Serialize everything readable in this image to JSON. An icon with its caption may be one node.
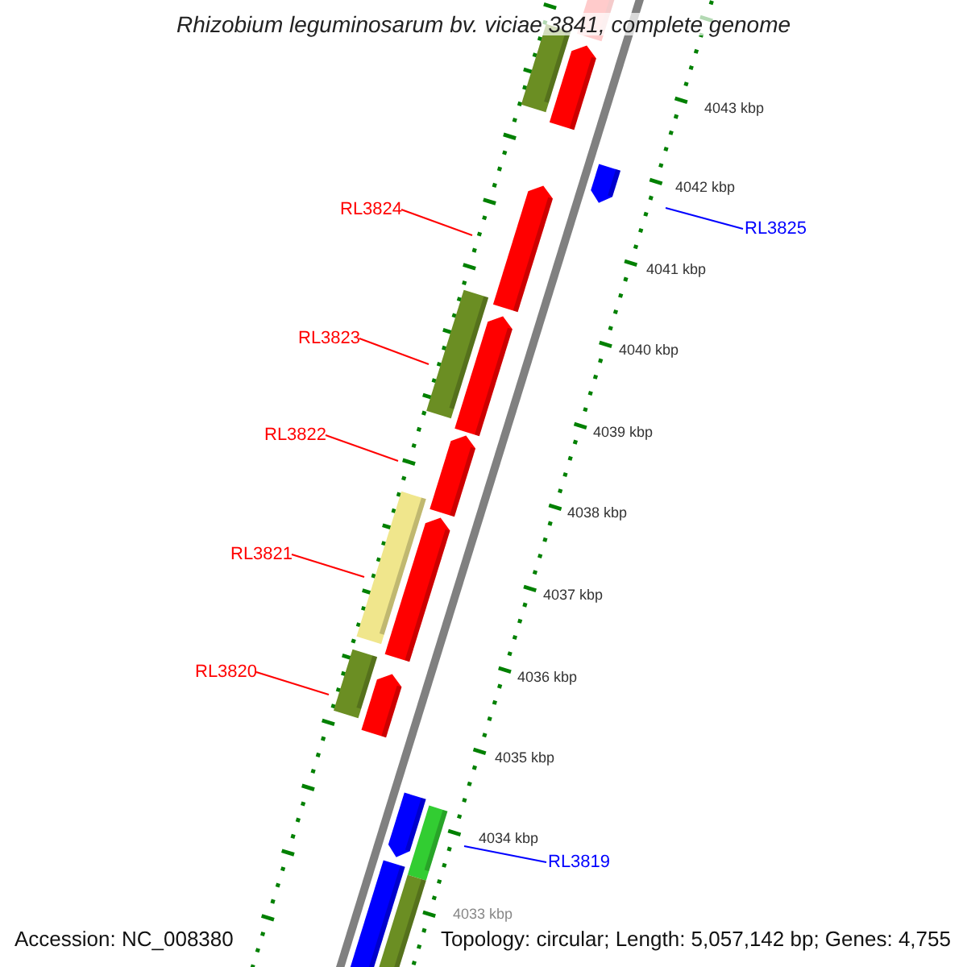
{
  "diagram": {
    "title": "Rhizobium leguminosarum bv. viciae 3841, complete genome",
    "nodes": [
      {
        "text": [
          "RL3824"
        ]
      },
      {
        "text": [
          "RL3823"
        ]
      },
      {
        "text": [
          "RL3822"
        ]
      },
      {
        "text": [
          "RL3821"
        ]
      },
      {
        "text": [
          "RL3820"
        ]
      },
      {
        "text": [
          "RL3825"
        ]
      },
      {
        "text": [
          "RL3819"
        ]
      }
    ],
    "edges": [
      {
        "from": 0,
        "to": null,
        "arrow": "none",
        "color": "#ff0000"
      },
      {
        "from": 1,
        "to": null,
        "arrow": "none",
        "color": "#ff0000"
      },
      {
        "from": 2,
        "to": null,
        "arrow": "none",
        "color": "#ff0000"
      },
      {
        "from": 3,
        "to": null,
        "arrow": "none",
        "color": "#ff0000"
      },
      {
        "from": 4,
        "to": null,
        "arrow": "none",
        "color": "#ff0000"
      },
      {
        "from": 5,
        "to": null,
        "arrow": "none",
        "color": "#0000ff"
      },
      {
        "from": 6,
        "to": null,
        "arrow": "none",
        "color": "#0000ff"
      }
    ],
    "labels": [
      "4043 kbp",
      "4042 kbp",
      "4041 kbp",
      "4040 kbp",
      "4039 kbp",
      "4038 kbp",
      "4037 kbp",
      "4036 kbp",
      "4035 kbp",
      "4034 kbp",
      "4033 kbp",
      "Accession: NC_008380",
      "Topology: circular; Length: 5,057,142 bp; Genes: 4,755"
    ]
  }
}
